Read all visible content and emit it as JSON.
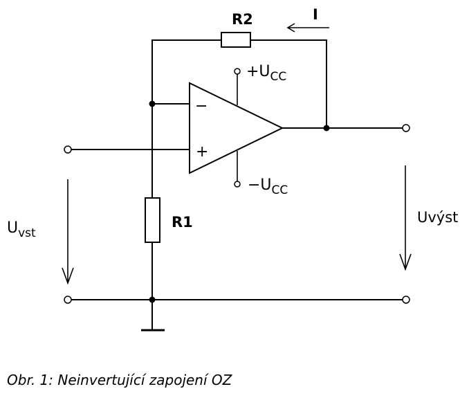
{
  "labels": {
    "r1": "R1",
    "r2": "R2",
    "current": "I",
    "vcc_pos_prefix": "+U",
    "vcc_neg_prefix": "−U",
    "vcc_sub": "CC",
    "input_prefix": "U",
    "input_sub": "vst",
    "output": "Uvýst",
    "minus_input": "−",
    "plus_input": "+"
  },
  "caption": "Obr. 1: Neinvertující zapojení OZ"
}
